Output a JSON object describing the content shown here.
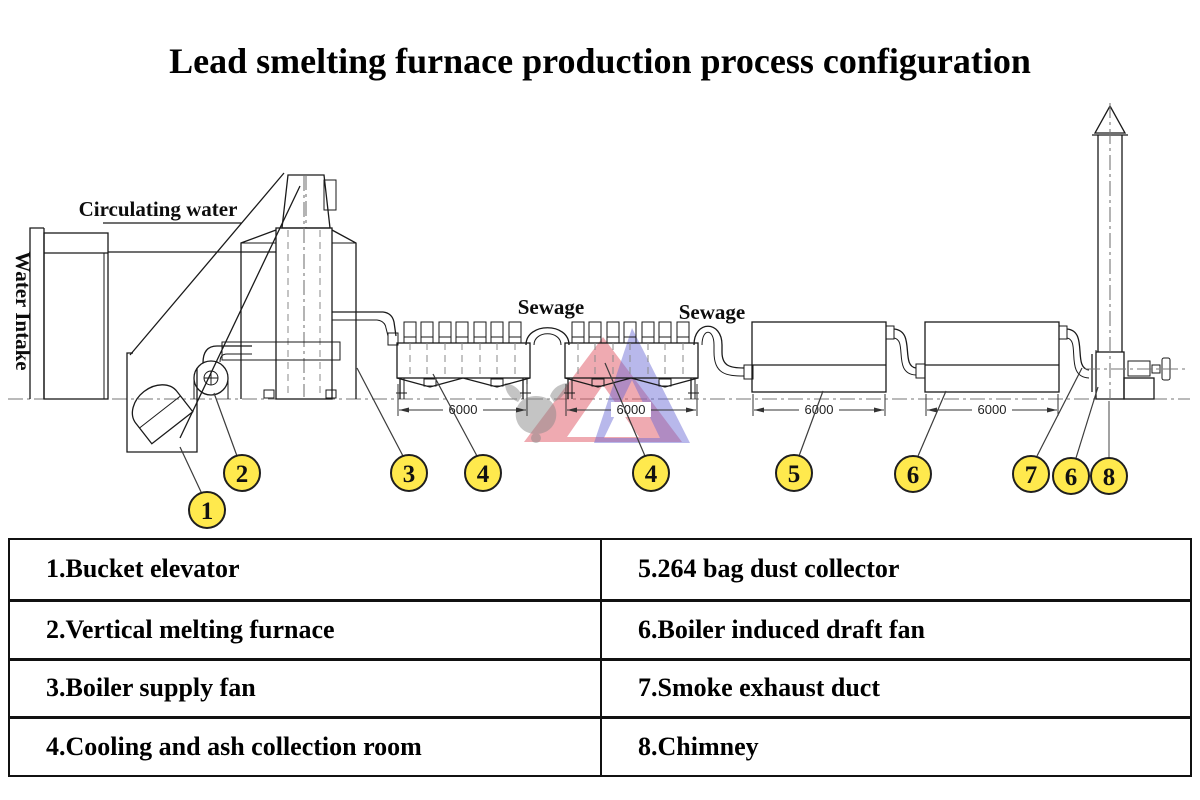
{
  "title": "Lead smelting furnace production process configuration",
  "diagram": {
    "labels": {
      "circulating_water": "Circulating water",
      "water_intake": "Water Intake",
      "sewage_left": "Sewage",
      "sewage_right": "Sewage"
    },
    "dimensions": {
      "d1": "6000",
      "d2": "6000",
      "d3": "6000",
      "d4": "6000"
    },
    "callouts": [
      "1",
      "2",
      "3",
      "4",
      "4",
      "5",
      "6",
      "7",
      "6",
      "8"
    ],
    "colors": {
      "callout_fill": "#FFE94D",
      "callout_stroke": "#1F1F1F",
      "watermark_red": "#E05663",
      "watermark_blue": "#6A6AD6",
      "line_color": "#1A1A1A"
    }
  },
  "legend": {
    "left": [
      "1.Bucket elevator",
      "2.Vertical melting furnace",
      "3.Boiler supply fan",
      "4.Cooling and ash collection room"
    ],
    "right": [
      "5.264 bag dust collector",
      "6.Boiler induced draft fan",
      "7.Smoke exhaust duct",
      "8.Chimney"
    ]
  }
}
